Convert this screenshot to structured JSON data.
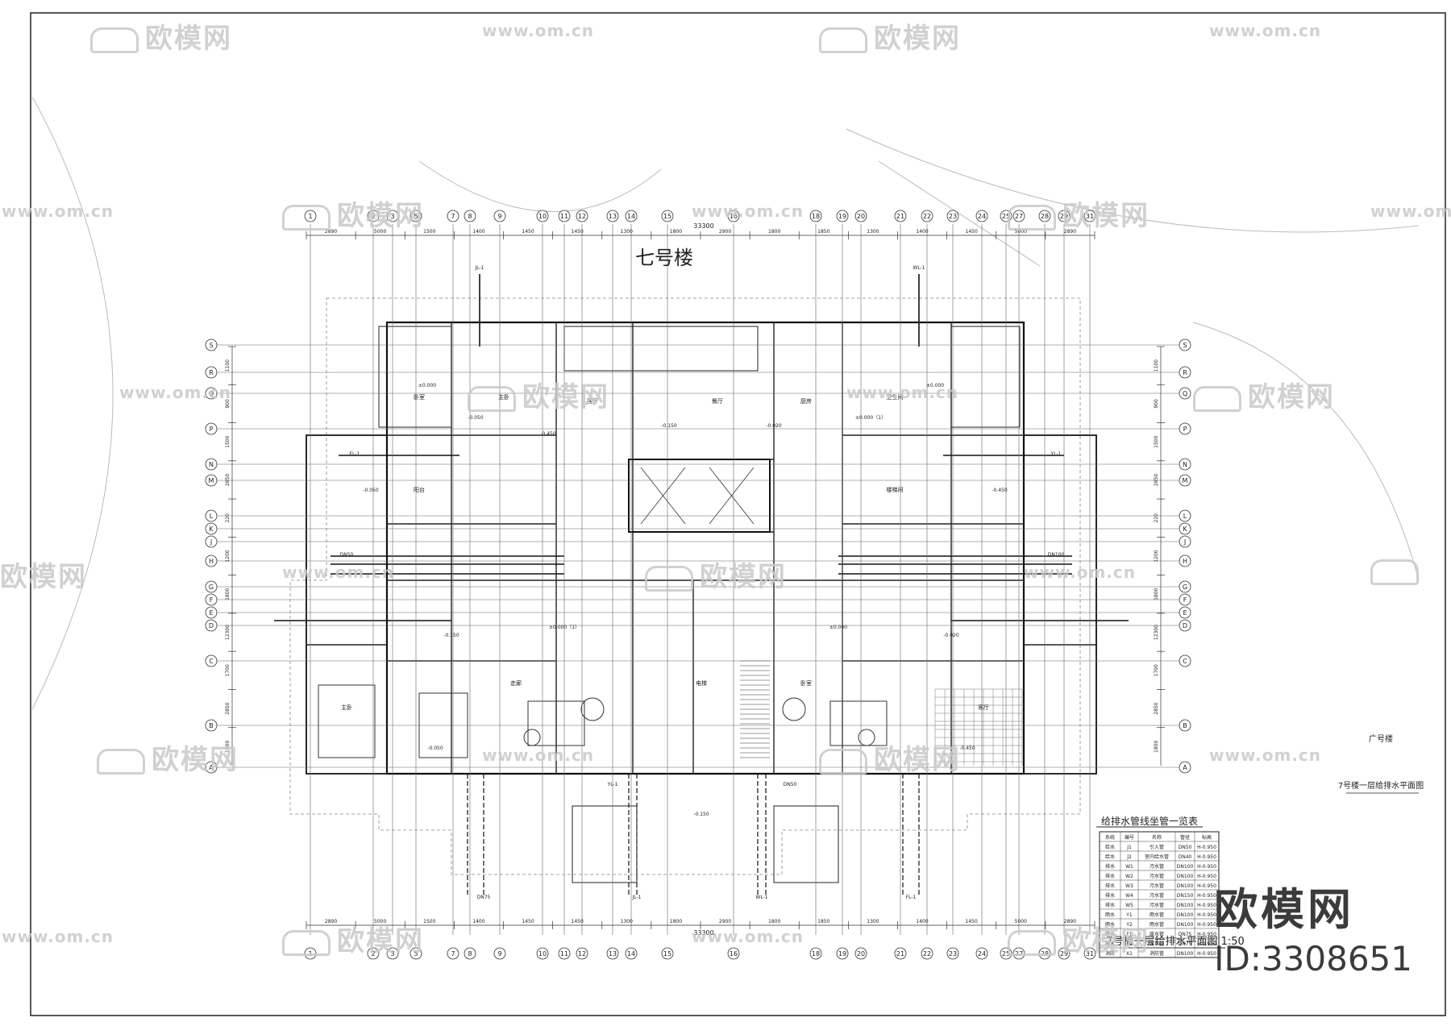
{
  "drawing": {
    "building_label": "七号楼",
    "plan_title": "7号楼一层给排水平面图 1:50",
    "side_note_1": "7号楼一层给排水平面图",
    "side_note_2": "广号楼",
    "table_title": "给排水管线坐管一览表"
  },
  "dimensions": {
    "overall_width": "33300",
    "segments": [
      "2890",
      "5000",
      "1500",
      "1400",
      "1450",
      "1450",
      "1300",
      "1800",
      "2900",
      "1800",
      "1850",
      "1300",
      "1400",
      "1450",
      "5000",
      "2890"
    ],
    "vertical": [
      "1100",
      "900",
      "1500",
      "2850",
      "220",
      "1200",
      "1800",
      "12300",
      "1700",
      "2850",
      "1800"
    ]
  },
  "grid_axes": {
    "columns": [
      "1",
      "2",
      "3",
      "5",
      "7",
      "8",
      "9",
      "10",
      "11",
      "12",
      "13",
      "14",
      "15",
      "16",
      "18",
      "19",
      "20",
      "21",
      "22",
      "23",
      "24",
      "25",
      "27",
      "28",
      "29",
      "31"
    ],
    "rows": [
      "S",
      "R",
      "Q",
      "P",
      "N",
      "M",
      "L",
      "K",
      "J",
      "H",
      "G",
      "F",
      "E",
      "D",
      "C",
      "B",
      "A"
    ]
  },
  "room_labels": [
    "卧室",
    "主卧",
    "客厅",
    "餐厅",
    "厨房",
    "卫生间",
    "阳台",
    "楼梯间",
    "电梯",
    "走廊"
  ],
  "elevations": [
    "±0.000",
    "-0.050",
    "-0.450",
    "-0.150",
    "-0.020",
    "±0.000（1）"
  ],
  "pipe_tags": [
    "JL-1",
    "WL-1",
    "FL-1",
    "YL-1",
    "DN50",
    "DN100",
    "DN75"
  ],
  "pipe_table": {
    "headers": [
      "系统",
      "编号",
      "名称",
      "管径",
      "标高"
    ],
    "rows": [
      [
        "给水",
        "J1",
        "引入管",
        "DN50",
        "H-0.950"
      ],
      [
        "给水",
        "J2",
        "室内给水管",
        "DN40",
        "H-0.950"
      ],
      [
        "排水",
        "W1",
        "污水管",
        "DN100",
        "H-0.950"
      ],
      [
        "排水",
        "W2",
        "污水管",
        "DN100",
        "H-0.950"
      ],
      [
        "排水",
        "W3",
        "污水管",
        "DN100",
        "H-0.950"
      ],
      [
        "排水",
        "W4",
        "污水管",
        "DN150",
        "H-0.950"
      ],
      [
        "排水",
        "W5",
        "污水管",
        "DN100",
        "H-0.950"
      ],
      [
        "雨水",
        "Y1",
        "雨水管",
        "DN100",
        "H-0.950"
      ],
      [
        "雨水",
        "Y2",
        "雨水管",
        "DN100",
        "H-0.950"
      ],
      [
        "废水",
        "F1",
        "废水管",
        "DN75",
        "H-0.950"
      ],
      [
        "废水",
        "F2",
        "废水管",
        "DN75",
        "H-0.950"
      ],
      [
        "消防",
        "X1",
        "消防管",
        "DN100",
        "H-0.950"
      ]
    ]
  },
  "watermark": {
    "cn": "欧模网",
    "url": "www.om.cn",
    "brand": "欧模网",
    "id": "ID:3308651"
  }
}
